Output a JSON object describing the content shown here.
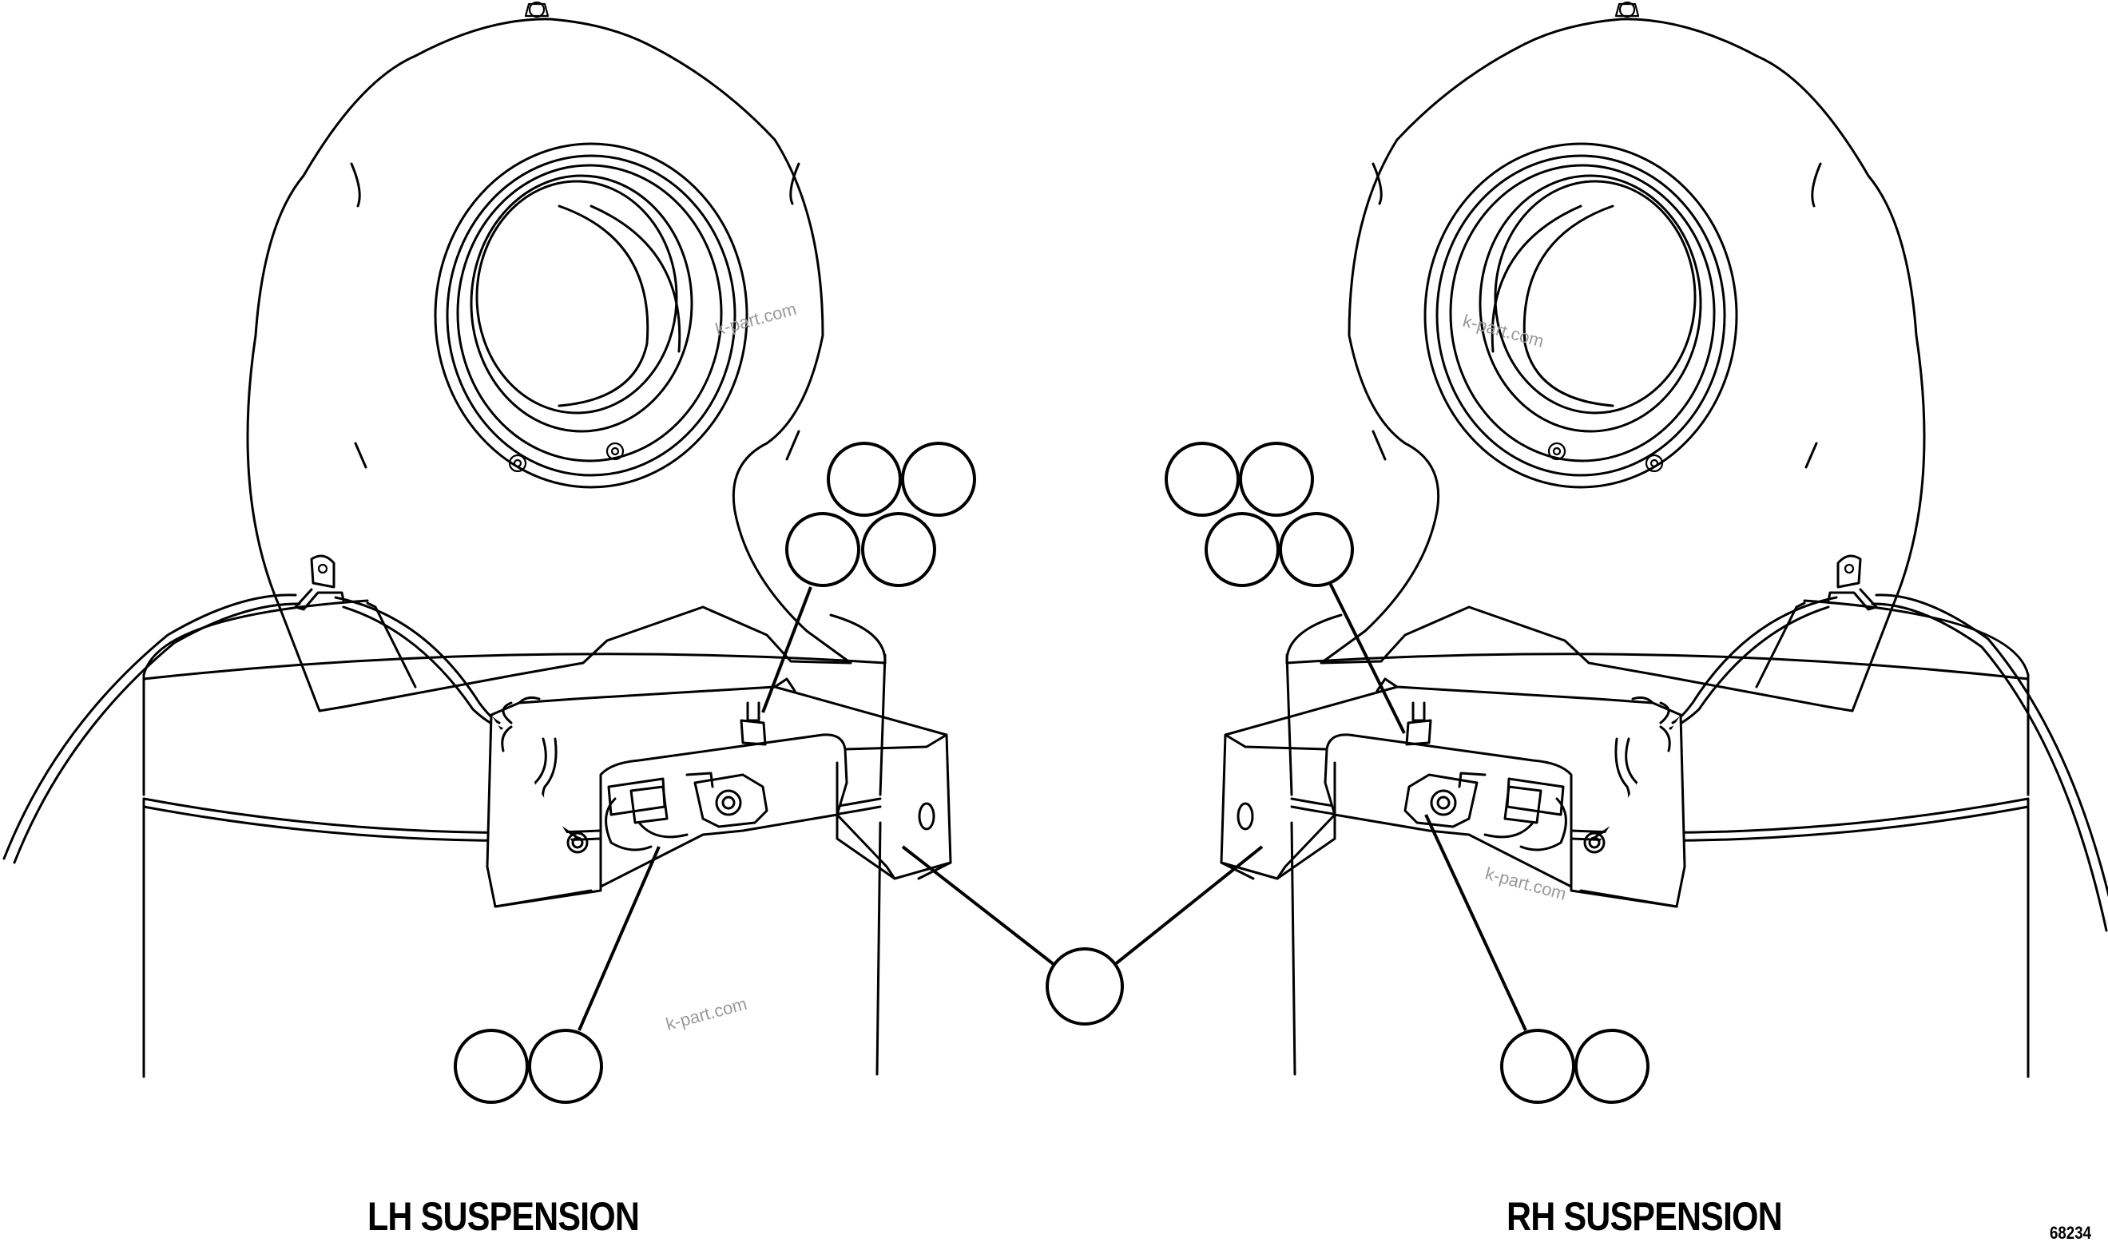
{
  "figure": {
    "left_caption": "LH SUSPENSION",
    "right_caption": "RH SUSPENSION",
    "figure_number": "68234",
    "watermark": "k-part.com"
  },
  "callouts": {
    "lh_upper_group_count": 4,
    "rh_upper_group_count": 4,
    "lh_lower_group_count": 2,
    "rh_lower_group_count": 2,
    "center_shared_count": 1,
    "labels_visible": false
  },
  "colors": {
    "line": "#000000",
    "background": "#ffffff",
    "watermark": "#9a9a9a"
  }
}
